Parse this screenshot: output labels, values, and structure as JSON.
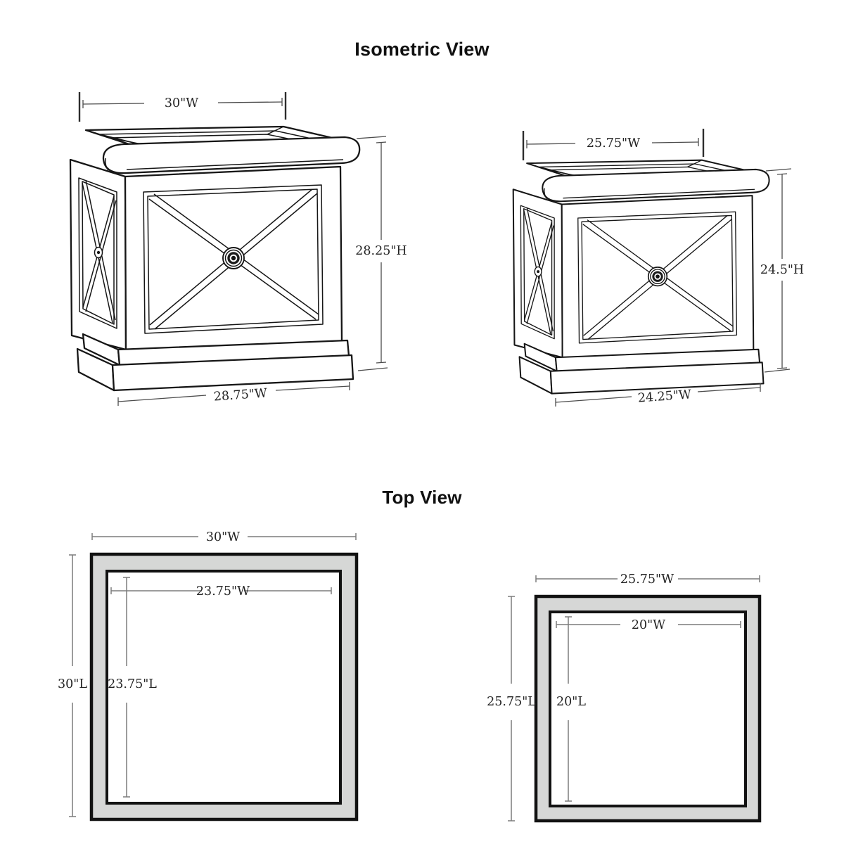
{
  "titles": {
    "isometric": "Isometric View",
    "top": "Top View"
  },
  "isometric_view": {
    "large_table": {
      "top_width": "30\"W",
      "height": "28.25\"H",
      "base_width": "28.75\"W"
    },
    "small_table": {
      "top_width": "25.75\"W",
      "height": "24.5\"H",
      "base_width": "24.25\"W"
    }
  },
  "top_view": {
    "large_table": {
      "outer_width": "30\"W",
      "outer_length": "30\"L",
      "inner_width": "23.75\"W",
      "inner_length": "23.75\"L"
    },
    "small_table": {
      "outer_width": "25.75\"W",
      "outer_length": "25.75\"L",
      "inner_width": "20\"W",
      "inner_length": "20\"L"
    }
  },
  "colors": {
    "line": "#161616",
    "dimension_line_iso": "#4c4c4c",
    "dimension_line_top": "#7c7c7c",
    "text": "#242424",
    "tabletop_band_gray": "#d6d7d6",
    "background": "#ffffff"
  }
}
